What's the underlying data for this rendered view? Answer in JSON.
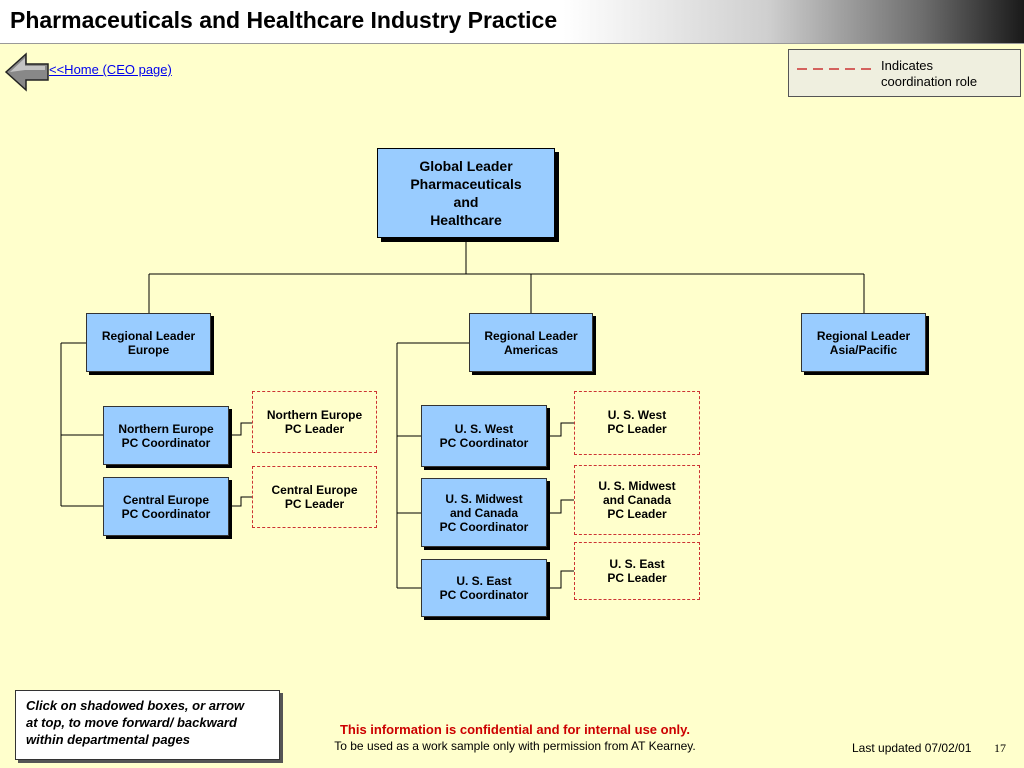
{
  "header": {
    "title": "Pharmaceuticals and Healthcare Industry Practice"
  },
  "nav": {
    "home_link": "<<Home (CEO page)",
    "back_icon": "left-arrow-icon"
  },
  "legend": {
    "text": "Indicates\ncoordination role",
    "line_color": "#cc3333"
  },
  "org": {
    "global": "Global Leader\nPharmaceuticals\nand\nHealthcare",
    "europe": {
      "leader": "Regional Leader\nEurope",
      "northern_coordinator": "Northern Europe\nPC Coordinator",
      "northern_leader": "Northern Europe\nPC Leader",
      "central_coordinator": "Central Europe\nPC Coordinator",
      "central_leader": "Central Europe\nPC Leader"
    },
    "americas": {
      "leader": "Regional Leader\nAmericas",
      "west_coordinator": "U. S. West\nPC Coordinator",
      "west_leader": "U. S. West\nPC Leader",
      "midwest_coordinator": "U. S. Midwest\nand Canada\nPC Coordinator",
      "midwest_leader": "U. S. Midwest\nand Canada\nPC Leader",
      "east_coordinator": "U. S. East\nPC Coordinator",
      "east_leader": "U. S. East\nPC Leader"
    },
    "asia_pacific": {
      "leader": "Regional Leader\nAsia/Pacific"
    }
  },
  "footer": {
    "note": "Click on shadowed boxes, or arrow\nat top, to move forward/ backward\nwithin departmental pages",
    "confidential": "This information is confidential and for internal use only.",
    "work_sample": "To be used as a work sample only with permission from AT Kearney.",
    "last_updated": "Last updated 07/02/01",
    "page_number": "17"
  },
  "colors": {
    "background": "#ffffcc",
    "box_fill": "#99ccff",
    "dashed_border": "#cc3333",
    "confidential_text": "#cc0000",
    "link": "#0000ee"
  }
}
